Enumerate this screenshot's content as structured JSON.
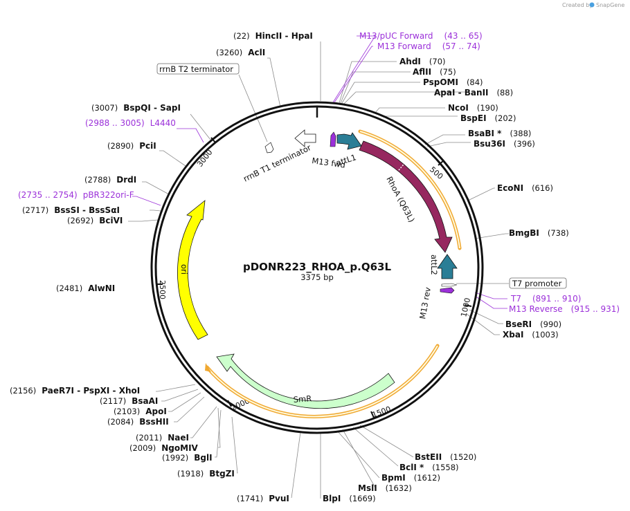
{
  "title": "pDONR223_RHOA_p.Q63L",
  "subtitle": "3375 bp",
  "credit": {
    "text": "Created by",
    "brand": "SnapGene"
  },
  "ticks": [
    "500",
    "1000",
    "1500",
    "2000",
    "2500",
    "3000"
  ],
  "features": {
    "attL1": "attL1",
    "rhoa": "RhoA (Q63L)",
    "attL2": "attL2",
    "m13fwd": "M13 fwd",
    "m13rev": "M13 rev",
    "rrnb_t1": "rrnB T1 terminator",
    "smr": "SmR",
    "ori": "ori"
  },
  "boxed_labels": {
    "rrnb_t2": "rrnB T2 terminator",
    "t7_promoter": "T7 promoter"
  },
  "primers": [
    {
      "name": "M13/pUC Forward",
      "range": "(43 .. 65)"
    },
    {
      "name": "M13 Forward",
      "range": "(57 .. 74)"
    },
    {
      "name": "T7",
      "range": "(891 .. 910)"
    },
    {
      "name": "M13 Reverse",
      "range": "(915 .. 931)"
    },
    {
      "name": "L4440",
      "range": "(2988 .. 3005)"
    },
    {
      "name": "pBR322ori-F",
      "range": "(2735 .. 2754)"
    }
  ],
  "sites_right": [
    {
      "name": "AhdI",
      "pos": "(70)"
    },
    {
      "name": "AflII",
      "pos": "(75)"
    },
    {
      "name": "PspOMI",
      "pos": "(84)"
    },
    {
      "name": "ApaI  -  BanII",
      "pos": "(88)"
    },
    {
      "name": "NcoI",
      "pos": "(190)"
    },
    {
      "name": "BspEI",
      "pos": "(202)"
    },
    {
      "name": "BsaBI *",
      "pos": "(388)"
    },
    {
      "name": "Bsu36I",
      "pos": "(396)"
    },
    {
      "name": "EcoNI",
      "pos": "(616)"
    },
    {
      "name": "BmgBI",
      "pos": "(738)"
    },
    {
      "name": "BseRI",
      "pos": "(990)"
    },
    {
      "name": "XbaI",
      "pos": "(1003)"
    },
    {
      "name": "BstEII",
      "pos": "(1520)"
    },
    {
      "name": "BclI *",
      "pos": "(1558)"
    },
    {
      "name": "BpmI",
      "pos": "(1612)"
    },
    {
      "name": "MslI",
      "pos": "(1632)"
    },
    {
      "name": "BlpI",
      "pos": "(1669)"
    }
  ],
  "sites_left": [
    {
      "name": "HincII  -  HpaI",
      "pos": "(22)"
    },
    {
      "name": "AclI",
      "pos": "(3260)"
    },
    {
      "name": "BspQI  -  SapI",
      "pos": "(3007)"
    },
    {
      "name": "PciI",
      "pos": "(2890)"
    },
    {
      "name": "DrdI",
      "pos": "(2788)"
    },
    {
      "name": "BssSI  -  BssSαI",
      "pos": "(2717)"
    },
    {
      "name": "BciVI",
      "pos": "(2692)"
    },
    {
      "name": "AlwNI",
      "pos": "(2481)"
    },
    {
      "name": "PaeR7I  -  PspXI  -  XhoI",
      "pos": "(2156)"
    },
    {
      "name": "BsaAI",
      "pos": "(2117)"
    },
    {
      "name": "ApoI",
      "pos": "(2103)"
    },
    {
      "name": "BssHII",
      "pos": "(2084)"
    },
    {
      "name": "NaeI",
      "pos": "(2011)"
    },
    {
      "name": "NgoMIV",
      "pos": "(2009)"
    },
    {
      "name": "BglI",
      "pos": "(1992)"
    },
    {
      "name": "BtgZI",
      "pos": "(1918)"
    },
    {
      "name": "PvuI",
      "pos": "(1741)"
    }
  ],
  "colors": {
    "primer": "#9b30d9",
    "rhoa": "#96285f",
    "att": "#2b7e96",
    "smr": "#ccffcc",
    "ori": "#ffff00",
    "orf_outline": "#f0a830"
  }
}
